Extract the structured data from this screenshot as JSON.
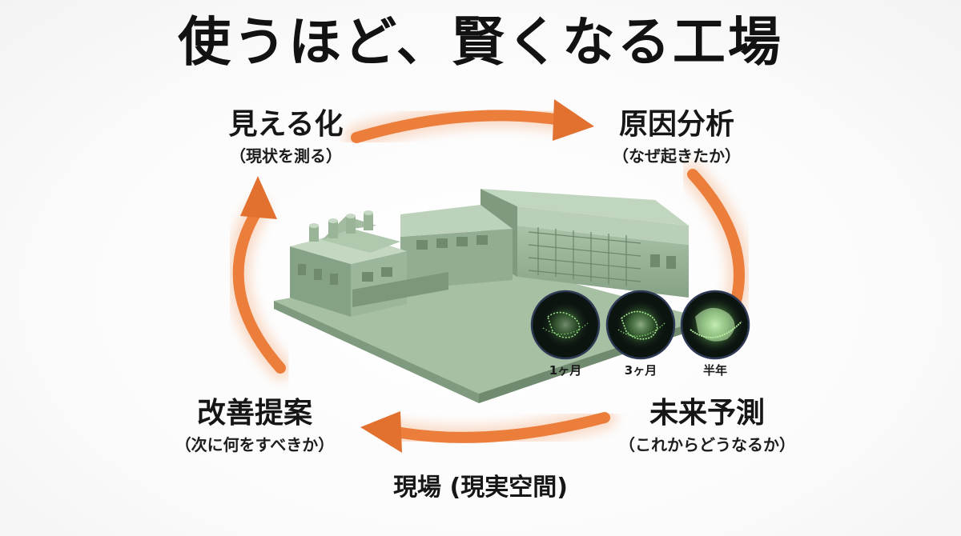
{
  "title": "使うほど、賢くなる工場",
  "cycle": {
    "visualize": {
      "name": "見える化",
      "desc": "（現状を測る）"
    },
    "analyze": {
      "name": "原因分析",
      "desc": "（なぜ起きたか）"
    },
    "predict": {
      "name": "未来予測",
      "desc": "（これからどうなるか）"
    },
    "improve": {
      "name": "改善提案",
      "desc": "（次に何をすべきか）"
    }
  },
  "site_label": "現場 (現実空間)",
  "thumbnails": [
    "1ヶ月",
    "3ヶ月",
    "半年"
  ],
  "colors": {
    "arrow": "#ec7e3c",
    "building": "#9db59c",
    "ground": "#a7c0a3",
    "point_cloud": "#8fe07c"
  }
}
